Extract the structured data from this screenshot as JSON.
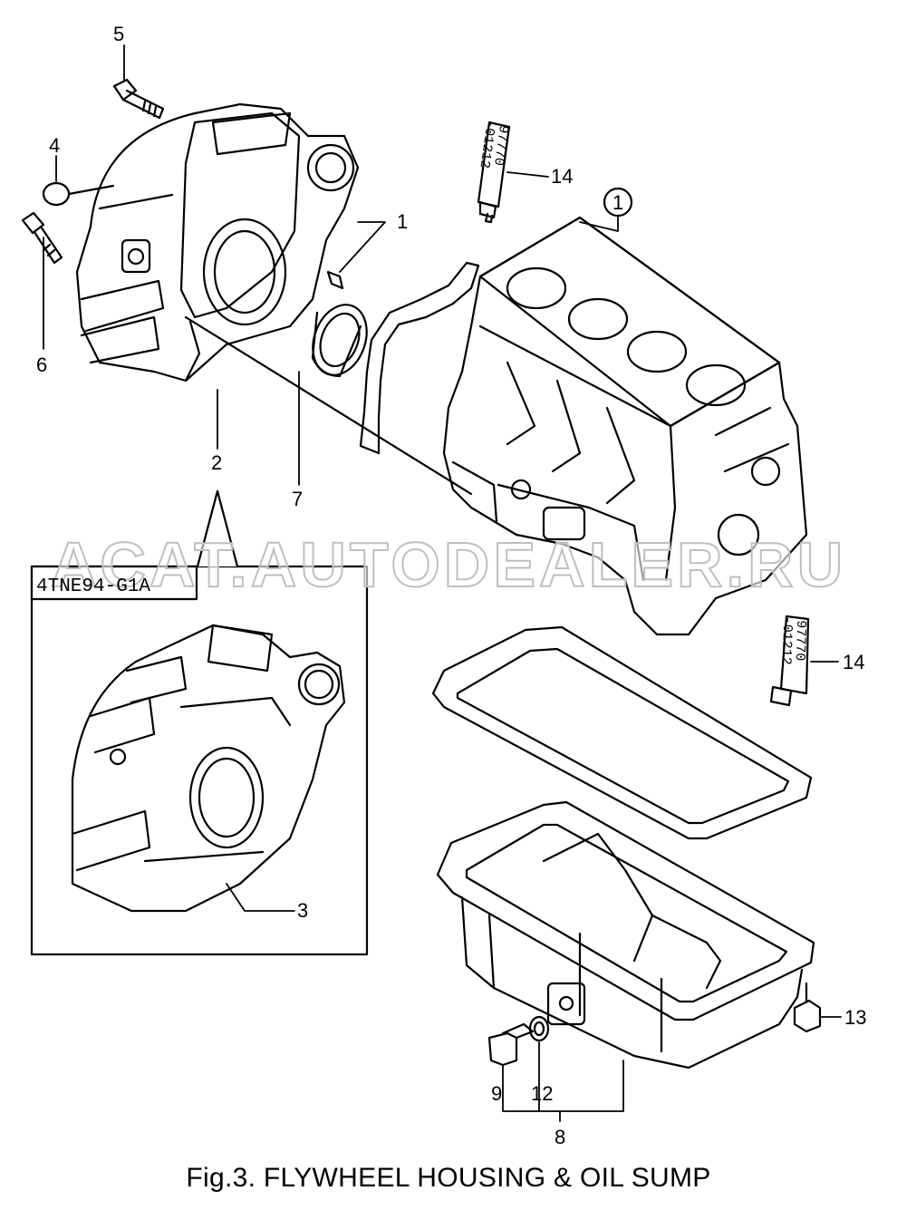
{
  "figure": {
    "caption": "Fig.3.  FLYWHEEL HOUSING & OIL SUMP",
    "variant_label": "4TNE94-G1A",
    "watermark": "ACAT.AUTODEALER.RU",
    "tube_code_line1": "97770",
    "tube_code_line2": "-01212"
  },
  "callouts": {
    "n1": "1",
    "n2": "2",
    "n3": "3",
    "n4": "4",
    "n5": "5",
    "n6": "6",
    "n7": "7",
    "n8": "8",
    "n9": "9",
    "n12": "12",
    "n13": "13",
    "n14a": "14",
    "n14b": "14",
    "circled1": "1"
  }
}
